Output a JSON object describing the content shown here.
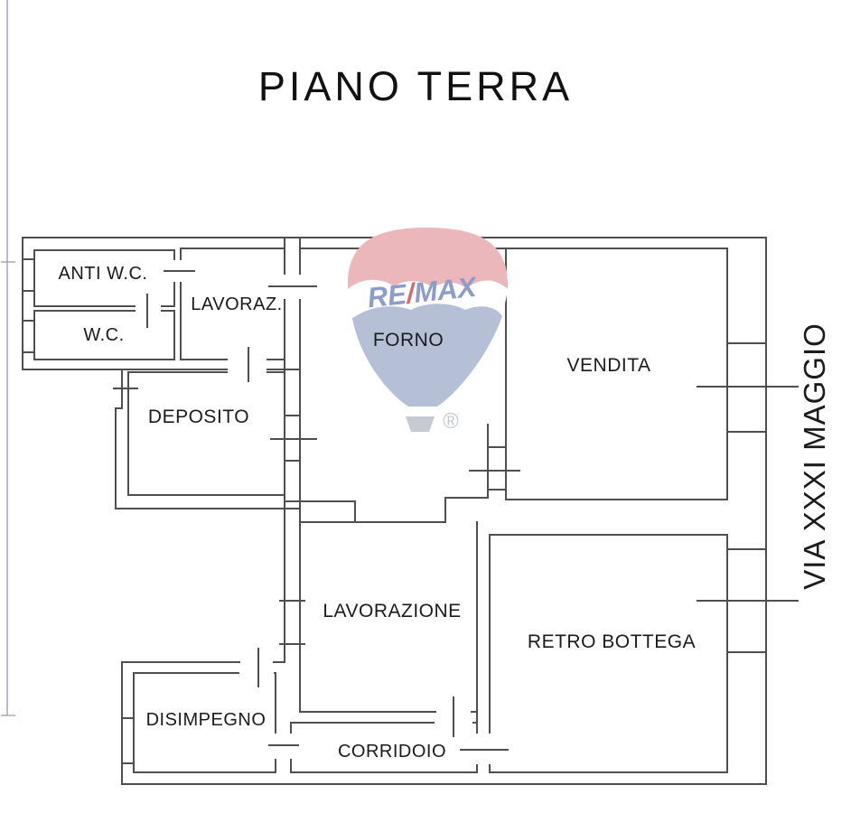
{
  "title": "PIANO TERRA",
  "street_label": "VIA XXXI MAGGIO",
  "rooms": {
    "anti_wc": {
      "label": "ANTI W.C."
    },
    "wc": {
      "label": "W.C."
    },
    "lavoraz": {
      "label": "LAVORAZ."
    },
    "forno": {
      "label": "FORNO"
    },
    "vendita": {
      "label": "VENDITA"
    },
    "deposito": {
      "label": "DEPOSITO"
    },
    "lavorazione": {
      "label": "LAVORAZIONE"
    },
    "retro_bottega": {
      "label": "RETRO BOTTEGA"
    },
    "disimpegno": {
      "label": "DISIMPEGNO"
    },
    "corridoio": {
      "label": "CORRIDOIO"
    }
  },
  "watermark": {
    "re": "RE",
    "slash": "/",
    "max": "MAX",
    "registered": "®"
  },
  "colors": {
    "wall": "#4f4f4f",
    "label_text": "#1b1b1b",
    "balloon_red": "#ecb7bb",
    "balloon_blue": "#b5c0d6",
    "brand_blue": "#8e9cc9",
    "brand_red": "#d5696f",
    "basket": "#c6cad3",
    "boundary_line": "#9097a8"
  }
}
